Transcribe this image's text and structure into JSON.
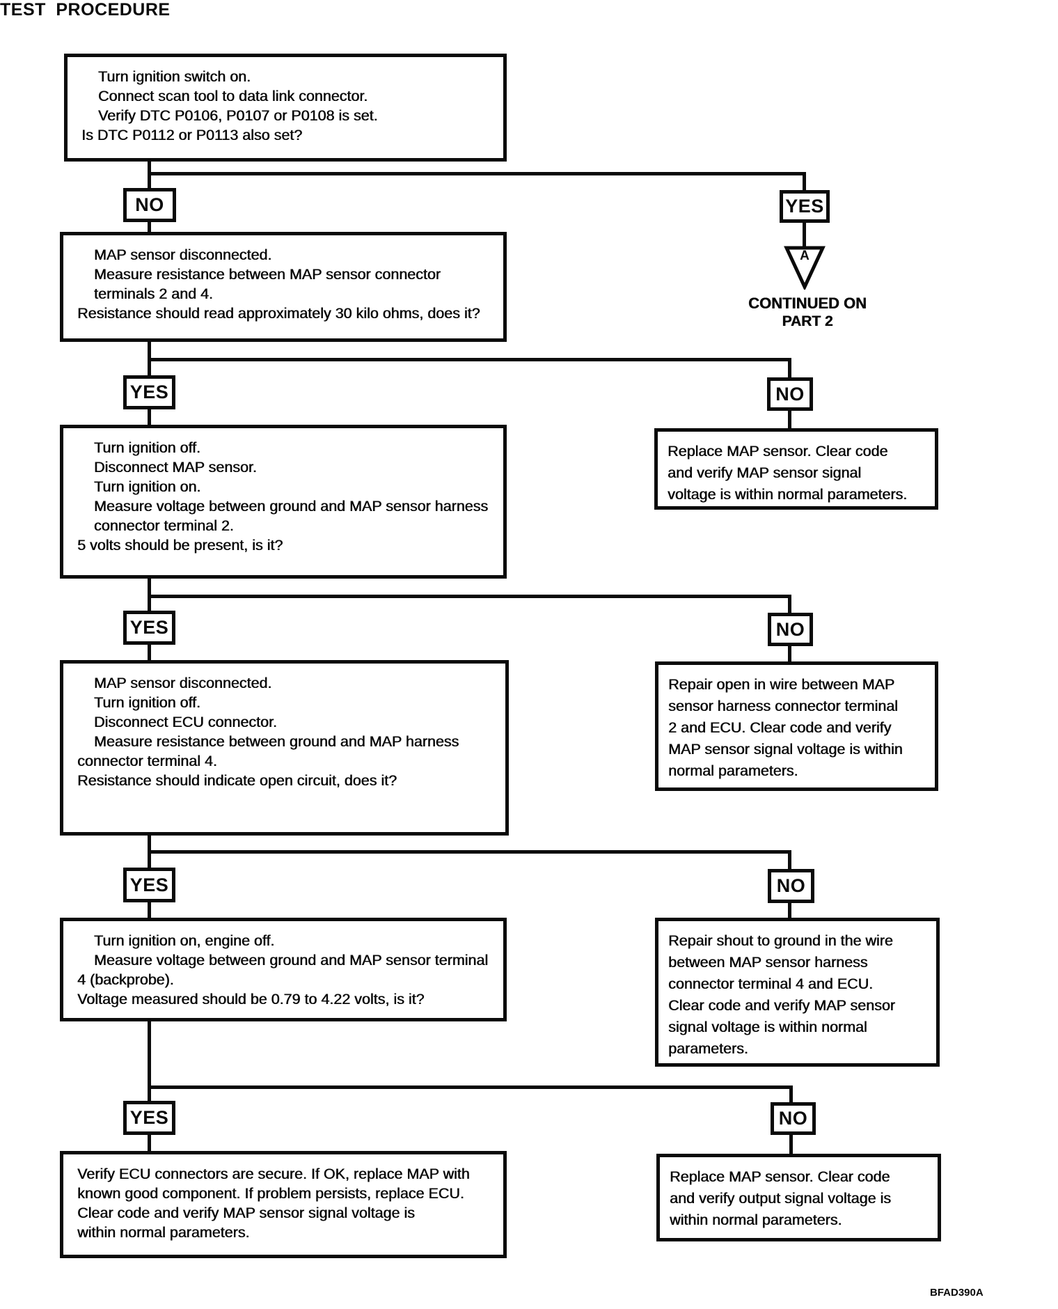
{
  "title": "TEST PROCEDURE",
  "figure_code": "BFAD390A",
  "labels": {
    "yes": "YES",
    "no": "NO",
    "connector_letter": "A",
    "continued_line1": "CONTINUED ON",
    "continued_line2": "PART 2"
  },
  "steps": [
    {
      "text": "    Turn ignition switch on.\n    Connect scan tool to data link connector.\n    Verify DTC P0106, P0107 or P0108 is set.\nIs DTC P0112 or P0113 also set?"
    },
    {
      "text": "    MAP sensor disconnected.\n    Measure resistance between MAP sensor connector\n    terminals 2 and 4.\nResistance should read approximately 30 kilo ohms, does it?"
    },
    {
      "text": "    Turn ignition off.\n    Disconnect MAP sensor.\n    Turn ignition on.\n    Measure voltage between ground and MAP sensor harness\n    connector terminal 2.\n5 volts should be present, is it?"
    },
    {
      "text": "    MAP sensor disconnected.\n    Turn ignition off.\n    Disconnect ECU connector.\n    Measure resistance between ground and MAP harness\nconnector terminal 4.\nResistance should indicate open circuit, does it?"
    },
    {
      "text": "    Turn ignition on, engine off.\n    Measure voltage between ground and MAP sensor terminal\n4 (backprobe).\nVoltage measured should be 0.79 to 4.22 volts, is it?"
    },
    {
      "text": "Verify ECU connectors are secure. If OK, replace MAP with\nknown good component. If problem persists, replace ECU.\nClear code and verify MAP sensor signal voltage is\nwithin normal parameters."
    }
  ],
  "results": [
    {
      "text": "Replace MAP sensor. Clear code\nand verify MAP sensor signal\nvoltage is within normal parameters."
    },
    {
      "text": "Repair open in wire between MAP\nsensor harness connector terminal\n2 and ECU. Clear code and verify\nMAP sensor signal voltage is within\nnormal parameters."
    },
    {
      "text": "Repair shout to ground in the wire\nbetween MAP sensor harness\nconnector terminal 4 and ECU.\nClear code and verify MAP sensor\nsignal voltage is within normal\nparameters."
    },
    {
      "text": "Replace MAP sensor. Clear code\nand verify output signal voltage is\nwithin normal parameters."
    }
  ]
}
